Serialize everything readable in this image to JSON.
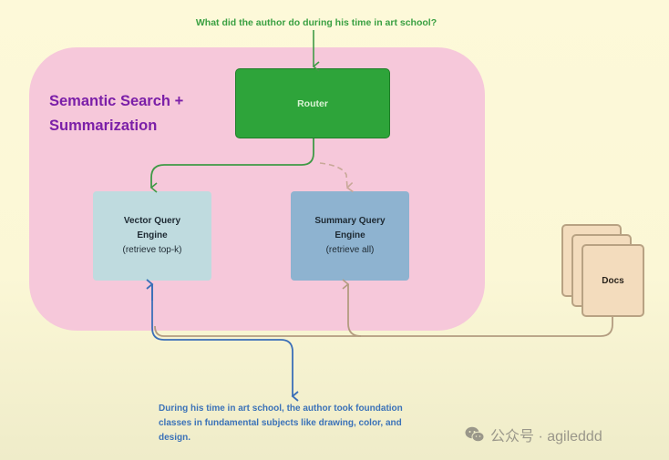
{
  "diagram": {
    "query": "What did the author do during his time in art school?",
    "group_title_line1": "Semantic Search +",
    "group_title_line2": "Summarization",
    "router_label": "Router",
    "vector_engine": {
      "name_line1": "Vector Query",
      "name_line2": "Engine",
      "detail": "(retrieve top-k)"
    },
    "summary_engine": {
      "name_line1": "Summary Query",
      "name_line2": "Engine",
      "detail": "(retrieve all)"
    },
    "docs_label": "Docs",
    "answer": "During his time in art school, the author took foundation classes in fundamental subjects like drawing, color, and design.",
    "colors": {
      "group_bg": "#f6c8da",
      "group_title": "#7b1fa8",
      "router": "#2ea43a",
      "query_text": "#3aa042",
      "vector_engine": "#bfdbdf",
      "summary_engine": "#8eb3d0",
      "docs": "#f3dcbd",
      "answer_text": "#3b72b8",
      "docs_wire": "#b39c80"
    }
  },
  "watermark": {
    "icon": "wechat-icon",
    "text": "公众号 · agileddd"
  }
}
